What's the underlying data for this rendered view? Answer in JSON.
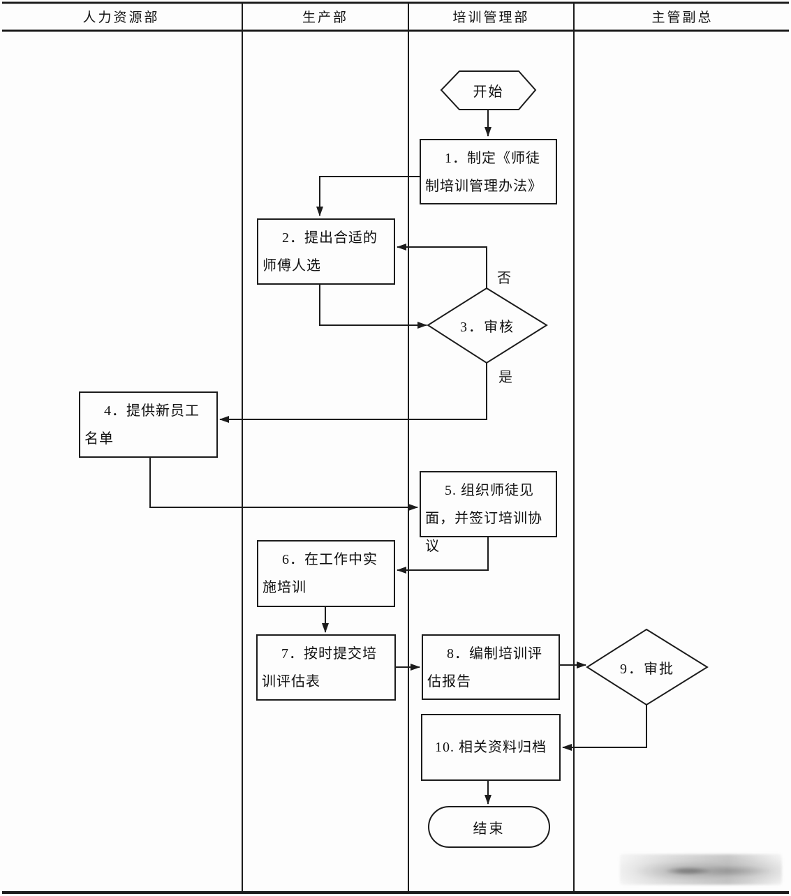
{
  "lanes": [
    {
      "label": "人力资源部"
    },
    {
      "label": "生产部"
    },
    {
      "label": "培训管理部"
    },
    {
      "label": "主管副总"
    }
  ],
  "nodes": {
    "start": {
      "type": "hexagon",
      "label": "开始"
    },
    "step1": {
      "type": "process",
      "label": "1．制定《师徒制培训管理办法》"
    },
    "step2": {
      "type": "process",
      "label": "2．提出合适的师傅人选"
    },
    "step3": {
      "type": "decision",
      "label": "3．审核"
    },
    "step4": {
      "type": "process",
      "label": "4．提供新员工名单"
    },
    "step5": {
      "type": "process",
      "label": "5. 组织师徒见面，并签订培训协议"
    },
    "step6": {
      "type": "process",
      "label": "6．在工作中实施培训"
    },
    "step7": {
      "type": "process",
      "label": "7．按时提交培训评估表"
    },
    "step8": {
      "type": "process",
      "label": "8．编制培训评估报告"
    },
    "step9": {
      "type": "decision",
      "label": "9．审批"
    },
    "step10": {
      "type": "process",
      "label": "10. 相关资料归档"
    },
    "end": {
      "type": "terminator",
      "label": "结束"
    }
  },
  "branches": {
    "no": "否",
    "yes": "是"
  },
  "colors": {
    "line": "#1c1c1c",
    "background": "#fdfdfd",
    "text": "#111111"
  }
}
